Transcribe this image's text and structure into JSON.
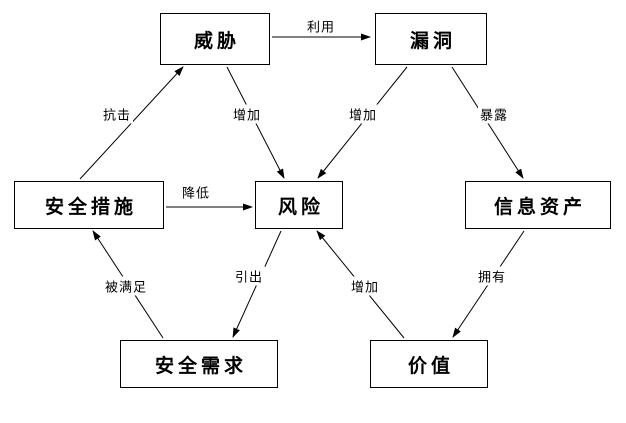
{
  "diagram": {
    "title": "risk-concepts-relationship-diagram",
    "nodes": {
      "threat": {
        "label": "威胁"
      },
      "vulnerability": {
        "label": "漏洞"
      },
      "safeguards": {
        "label": "安全措施"
      },
      "risk": {
        "label": "风险"
      },
      "assets": {
        "label": "信息资产"
      },
      "requirements": {
        "label": "安全需求"
      },
      "value": {
        "label": "价值"
      }
    },
    "edges": {
      "exploit": {
        "label": "利用",
        "from": "威胁",
        "to": "漏洞"
      },
      "resist": {
        "label": "抗击",
        "from": "安全措施",
        "to": "威胁"
      },
      "threat_increase": {
        "label": "增加",
        "from": "威胁",
        "to": "风险"
      },
      "vuln_increase": {
        "label": "增加",
        "from": "漏洞",
        "to": "风险"
      },
      "expose": {
        "label": "暴露",
        "from": "漏洞",
        "to": "信息资产"
      },
      "reduce": {
        "label": "降低",
        "from": "安全措施",
        "to": "风险"
      },
      "lead_to": {
        "label": "引出",
        "from": "风险",
        "to": "安全需求"
      },
      "satisfied": {
        "label": "被满足",
        "from": "安全需求",
        "to": "安全措施"
      },
      "value_increase": {
        "label": "增加",
        "from": "价值",
        "to": "风险"
      },
      "own": {
        "label": "拥有",
        "from": "信息资产",
        "to": "价值"
      }
    },
    "colors": {
      "line": "#000000",
      "box_border": "#000000",
      "background": "#ffffff",
      "text": "#000000"
    }
  }
}
